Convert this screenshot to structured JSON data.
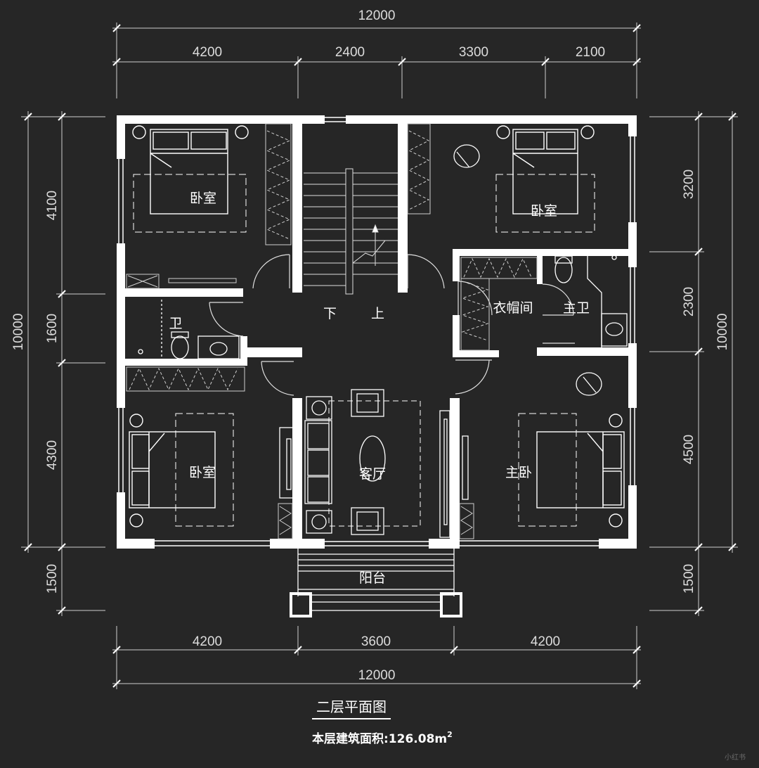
{
  "title": "二层平面图",
  "area_label": "本层建筑面积:126.08m",
  "area_sup": "2",
  "watermark": "小红书",
  "dims": {
    "top_total": "12000",
    "top_segments": [
      "4200",
      "2400",
      "3300",
      "2100"
    ],
    "bottom_segments": [
      "4200",
      "3600",
      "4200"
    ],
    "bottom_total": "12000",
    "left_total": "10000",
    "left_segments": [
      "4100",
      "1600",
      "4300",
      "1500"
    ],
    "right_total": "10000",
    "right_segments": [
      "3200",
      "2300",
      "4500",
      "1500"
    ]
  },
  "rooms": {
    "bedroom_nw": "卧室",
    "bedroom_ne": "卧室",
    "bathroom": "卫",
    "closet": "衣帽间",
    "master_bath": "主卫",
    "bedroom_sw": "卧室",
    "living": "客厅",
    "master_bedroom": "主卧",
    "balcony": "阳台"
  },
  "stairs": {
    "down": "下",
    "up": "上"
  },
  "colors": {
    "background": "#262626",
    "lines": "#ffffff"
  }
}
